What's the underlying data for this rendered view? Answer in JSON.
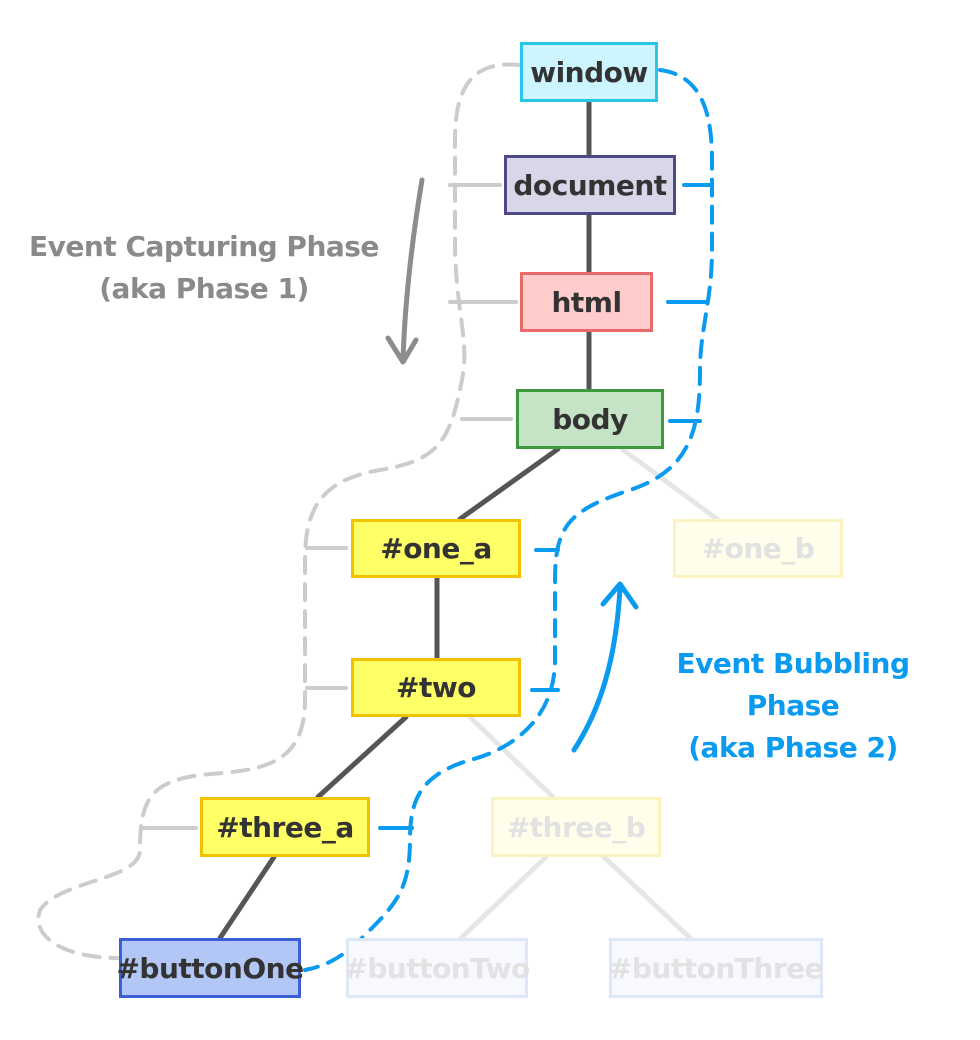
{
  "nodes": {
    "window": {
      "label": "window",
      "fill": "#CCF5FF",
      "stroke": "#29C5EB"
    },
    "document": {
      "label": "document",
      "fill": "#D8D6E8",
      "stroke": "#4E4A86"
    },
    "html": {
      "label": "html",
      "fill": "#FFCCCC",
      "stroke": "#E86A6A"
    },
    "body": {
      "label": "body",
      "fill": "#C5E3C5",
      "stroke": "#3C9A3C"
    },
    "one_a": {
      "label": "#one_a",
      "fill": "#FFFF66",
      "stroke": "#F2C200"
    },
    "one_b": {
      "label": "#one_b",
      "fill": "#FFFEEB",
      "stroke": "#FCF3C2"
    },
    "two": {
      "label": "#two",
      "fill": "#FFFF66",
      "stroke": "#F2C200"
    },
    "three_a": {
      "label": "#three_a",
      "fill": "#FFFF66",
      "stroke": "#F2C200"
    },
    "three_b": {
      "label": "#three_b",
      "fill": "#FFFEEB",
      "stroke": "#FCF3C2"
    },
    "buttonOne": {
      "label": "#buttonOne",
      "fill": "#B3C7F7",
      "stroke": "#3B5FD9"
    },
    "buttonTwo": {
      "label": "#buttonTwo",
      "fill": "#F7F9FF",
      "stroke": "#DEE6FA"
    },
    "buttonThree": {
      "label": "#buttonThree",
      "fill": "#F7F9FF",
      "stroke": "#DEE6FA"
    }
  },
  "capturing": {
    "line1": "Event Capturing Phase",
    "line2": "(aka Phase 1)",
    "color": "#8A8A8A"
  },
  "bubbling": {
    "line1": "Event Bubbling Phase",
    "line2": "(aka Phase 2)",
    "color": "#0A9BF0"
  },
  "colors": {
    "tree_edge": "#555555",
    "faded_edge": "#E6E6E6",
    "faded_text": "#E2E2E2",
    "capture_path": "#CCCCCC",
    "capture_arrow": "#8C8C8C",
    "bubble_path": "#0A9BF0"
  }
}
